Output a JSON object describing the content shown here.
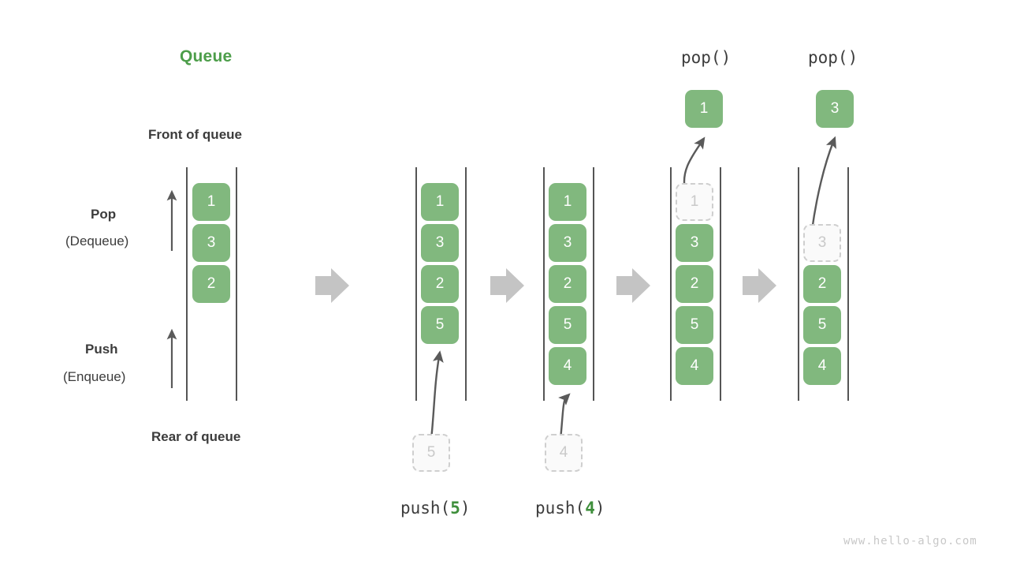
{
  "diagram": {
    "title": "Queue",
    "watermark": "www.hello-algo.com",
    "annotations": {
      "front_of_queue": "Front of queue",
      "rear_of_queue": "Rear of queue",
      "pop_label": "Pop",
      "pop_sublabel": "(Dequeue)",
      "push_label": "Push",
      "push_sublabel": "(Enqueue)"
    },
    "colors": {
      "cell_fill": "#81b87e",
      "cell_text": "#ffffff",
      "title_green": "#4d9e4a",
      "arg_green": "#3f8f3c",
      "ghost_fill": "#fafafa",
      "ghost_border": "#cfcfcf",
      "ghost_text": "#c9c9c9",
      "rail": "#555555",
      "block_arrow": "#c4c4c4",
      "thin_arrow": "#5a5a5a",
      "text": "#3c3c3c",
      "watermark": "#c8c8c8"
    },
    "stages": [
      {
        "id": "initial",
        "caption_parts": null,
        "caption_plain": "",
        "op_label": "",
        "cells": [
          {
            "value": "1",
            "state": "filled"
          },
          {
            "value": "3",
            "state": "filled"
          },
          {
            "value": "2",
            "state": "filled"
          }
        ],
        "incoming": null,
        "output": null
      },
      {
        "id": "push-5",
        "caption_prefix": "push(",
        "caption_arg": "5",
        "caption_suffix": ")",
        "caption_plain": "push(5)",
        "cells": [
          {
            "value": "1",
            "state": "filled"
          },
          {
            "value": "3",
            "state": "filled"
          },
          {
            "value": "2",
            "state": "filled"
          },
          {
            "value": "5",
            "state": "filled"
          }
        ],
        "incoming": {
          "value": "5",
          "state": "ghost"
        },
        "output": null
      },
      {
        "id": "push-4",
        "caption_prefix": "push(",
        "caption_arg": "4",
        "caption_suffix": ")",
        "caption_plain": "push(4)",
        "cells": [
          {
            "value": "1",
            "state": "filled"
          },
          {
            "value": "3",
            "state": "filled"
          },
          {
            "value": "2",
            "state": "filled"
          },
          {
            "value": "5",
            "state": "filled"
          },
          {
            "value": "4",
            "state": "filled"
          }
        ],
        "incoming": {
          "value": "4",
          "state": "ghost"
        },
        "output": null
      },
      {
        "id": "pop-1",
        "caption_plain": "pop()",
        "op_label": "pop()",
        "cells": [
          {
            "value": "1",
            "state": "ghost"
          },
          {
            "value": "3",
            "state": "filled"
          },
          {
            "value": "2",
            "state": "filled"
          },
          {
            "value": "5",
            "state": "filled"
          },
          {
            "value": "4",
            "state": "filled"
          }
        ],
        "incoming": null,
        "output": {
          "value": "1",
          "state": "filled"
        }
      },
      {
        "id": "pop-3",
        "caption_plain": "pop()",
        "op_label": "pop()",
        "cells": [
          {
            "value": "",
            "state": "empty"
          },
          {
            "value": "3",
            "state": "ghost"
          },
          {
            "value": "2",
            "state": "filled"
          },
          {
            "value": "5",
            "state": "filled"
          },
          {
            "value": "4",
            "state": "filled"
          }
        ],
        "incoming": null,
        "output": {
          "value": "3",
          "state": "filled"
        }
      }
    ],
    "flow_arrows_count": 4
  }
}
